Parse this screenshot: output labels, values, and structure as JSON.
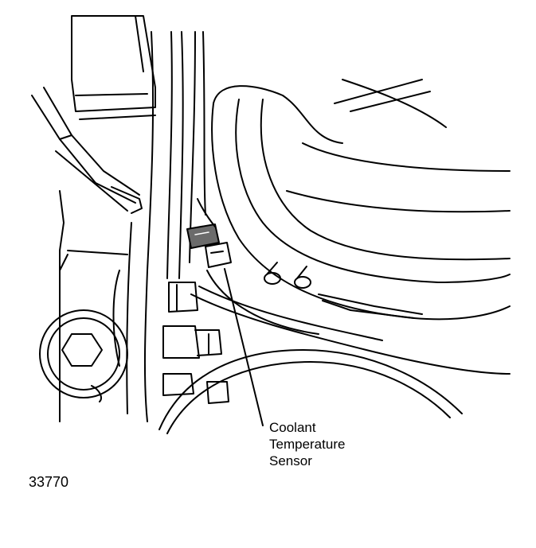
{
  "callout": {
    "line1": "Coolant",
    "line2": "Temperature",
    "line3": "Sensor"
  },
  "figure_number": "33770",
  "colors": {
    "ink": "#000000",
    "paper": "#ffffff",
    "sensor_fill": "#6b6b6b"
  }
}
